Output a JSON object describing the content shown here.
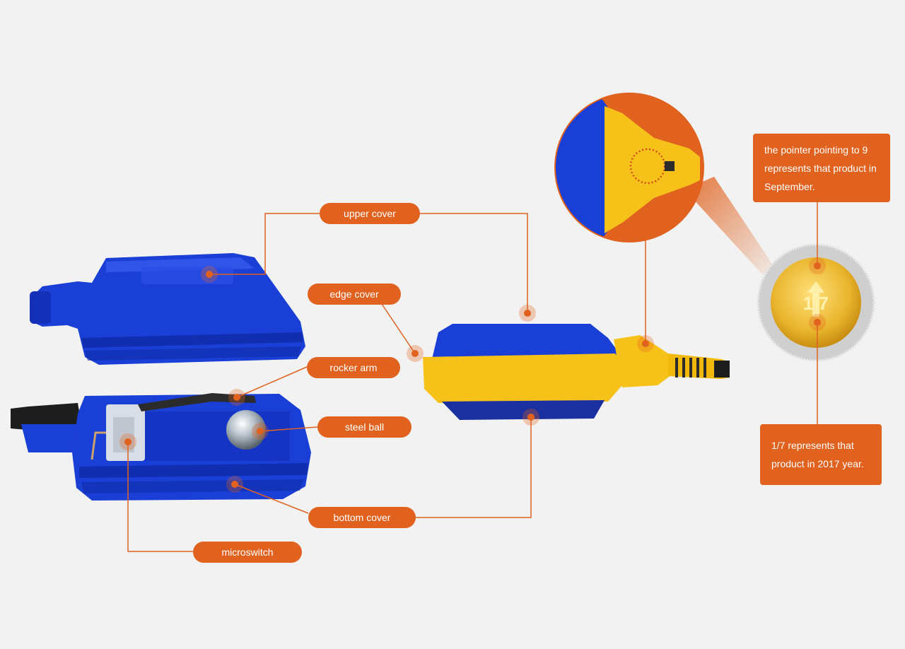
{
  "labels": {
    "upper_cover": "upper cover",
    "edge_cover": "edge cover",
    "rocker_arm": "rocker arm",
    "steel_ball": "steel ball",
    "bottom_cover": "bottom cover",
    "microswitch": "microswitch"
  },
  "notes": {
    "month": [
      "the pointer pointing to 9",
      "represents that product in",
      "September."
    ],
    "year": [
      "1/7 represents that",
      "product in 2017 year."
    ]
  },
  "dial": {
    "center_text": "1 7"
  },
  "colors": {
    "accent": "#e0621e",
    "background": "#f2f2f2",
    "housing_blue": "#1a3fd6",
    "edge_yellow": "#f6c21a",
    "dial_gold": "#e9b52c",
    "leader_line": "#e0621e"
  },
  "icons": {
    "hotspot": "hotspot-dot-icon"
  }
}
